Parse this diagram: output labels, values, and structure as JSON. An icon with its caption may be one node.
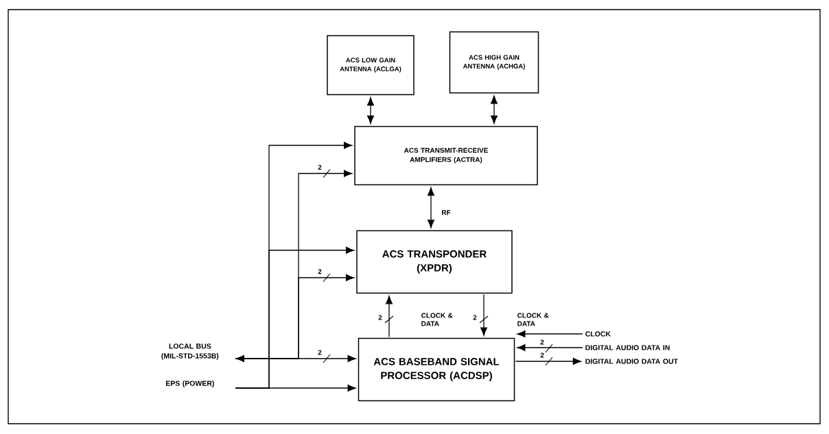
{
  "diagram": {
    "nodes": [
      {
        "text": [
          "ACS LOW GAIN ANTENNA (ACLGA)"
        ]
      },
      {
        "text": [
          "ACS HIGH GAIN ANTENNA (ACHGA)"
        ]
      },
      {
        "text": [
          "ACS TRANSMIT-RECEIVE AMPLIFIERS (ACTRA)"
        ]
      },
      {
        "text": [
          "ACS TRANSPONDER (XPDR)"
        ]
      },
      {
        "text": [
          "ACS BASEBAND SIGNAL PROCESSOR (ACDSP)"
        ]
      },
      {
        "text": [
          "LOCAL BUS (MIL-STD-1553B)"
        ]
      },
      {
        "text": [
          "EPS (POWER)"
        ]
      },
      {
        "text": [
          "CLOCK"
        ]
      },
      {
        "text": [
          "DIGITAL AUDIO DATA IN"
        ]
      },
      {
        "text": [
          "DIGITAL AUDIO DATA OUT"
        ]
      }
    ],
    "edges": [
      {
        "from": 0,
        "to": 2,
        "arrow": "both"
      },
      {
        "from": 1,
        "to": 2,
        "arrow": "both"
      },
      {
        "from": 2,
        "to": 3,
        "arrow": "both",
        "label": "RF"
      },
      {
        "from": 4,
        "to": 3,
        "arrow": "to",
        "label": "2"
      },
      {
        "from": 3,
        "to": 4,
        "arrow": "to",
        "label": "2"
      },
      {
        "from": 5,
        "to": 2,
        "arrow": "both",
        "label": "2"
      },
      {
        "from": 5,
        "to": 3,
        "arrow": "both",
        "label": "2"
      },
      {
        "from": 5,
        "to": 4,
        "arrow": "both",
        "label": "2"
      },
      {
        "from": 6,
        "to": 2,
        "arrow": "to"
      },
      {
        "from": 6,
        "to": 3,
        "arrow": "to"
      },
      {
        "from": 6,
        "to": 4,
        "arrow": "to"
      },
      {
        "from": 7,
        "to": 4,
        "arrow": "to"
      },
      {
        "from": 8,
        "to": 4,
        "arrow": "to",
        "label": "2"
      },
      {
        "from": 4,
        "to": 9,
        "arrow": "to",
        "label": "2"
      }
    ],
    "labels": [
      "CLOCK & DATA",
      "CLOCK & DATA"
    ]
  }
}
